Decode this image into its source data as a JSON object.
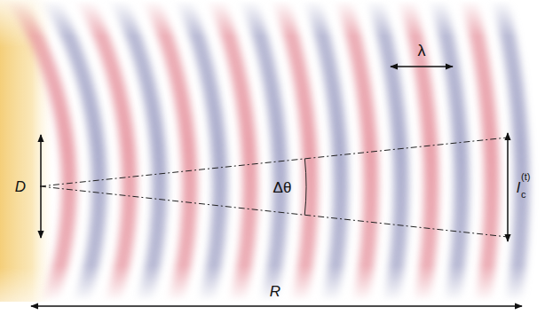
{
  "diagram": {
    "labels": [
      "D",
      "λ",
      "Δθ",
      "l",
      "c",
      "(t)",
      "R"
    ]
  }
}
